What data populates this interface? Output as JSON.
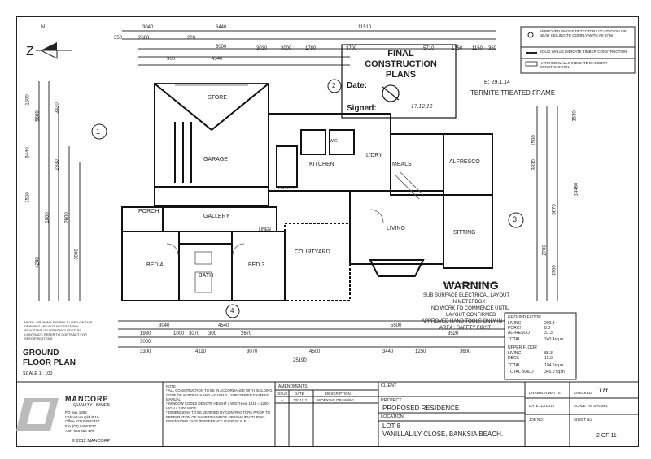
{
  "north_label": "N",
  "dims_top": [
    "3040",
    "6440",
    "11510",
    "350",
    "2660",
    "220",
    "6000",
    "900",
    "4540",
    "3700",
    "1150",
    "350",
    "3030",
    "3000",
    "1780",
    "5710",
    "1750"
  ],
  "dims_left": [
    "1500",
    "5600",
    "1500",
    "6440",
    "2930",
    "1800",
    "2600",
    "4240",
    "3430",
    "3900"
  ],
  "dims_right": [
    "3530",
    "1500",
    "3930",
    "14480",
    "5670",
    "2700",
    "3700"
  ],
  "dims_bottom": [
    "3040",
    "4540",
    "5500",
    "1930",
    "1000",
    "3070",
    "300",
    "2670",
    "3000",
    "3520",
    "3300",
    "4110",
    "4500",
    "3070",
    "3440",
    "1250",
    "3600",
    "25190"
  ],
  "rooms": {
    "store": "STORE",
    "garage": "GARAGE",
    "porch": "PORCH",
    "gallery": "GALLERY",
    "bed4": "BED 4",
    "bed3": "BED 3",
    "bath": "BATH",
    "linen": "LINEN",
    "courtyard": "COURTYARD",
    "kitchen": "KITCHEN",
    "laundry": "L'DRY",
    "meals": "MEALS",
    "living": "LIVING",
    "alfresco": "ALFRESCO",
    "sitting": "SITTING",
    "pantry": "PANTRY",
    "wc": "W/C"
  },
  "stamp": {
    "title": "FINAL\nCONSTRUCTION PLANS",
    "date_label": "Date:",
    "date_value": "17.12.12",
    "signed_label": "Signed:"
  },
  "termite": "TERMITE TREATED FRAME",
  "termite_date": "E: 29.1.14",
  "warning": {
    "title": "WARNING",
    "line1": "SUB SURFACE ELECTRICAL LAYOUT",
    "line2": "IN METERBOX",
    "line3": "NO WORK TO COMMENCE UNTIL",
    "line4": "LAYOUT CONFIRMED",
    "line5": "APPROVED HAND TOOLS ONLY IN",
    "line6": "AREA : SAFETY FIRST"
  },
  "legend": [
    "APPROVED SMOKE DETECTOR LOCATED ON OR NEAR CEILING TO COMPLY WITH AS 3786",
    "SOLID WALLS INDICATE TIMBER CONSTRUCTION",
    "HATCHED WALLS INDICATE MASONRY CONSTRUCTION"
  ],
  "areas": {
    "header1": "GROUND FLOOR",
    "rows": [
      [
        "LIVING",
        "200.3"
      ],
      [
        "PORCH",
        "8.8"
      ],
      [
        "ALFRESCO",
        "31.3"
      ],
      [
        "TOTAL",
        "240.4sq.m"
      ]
    ],
    "header2": "UPPER FLOOR",
    "rows2": [
      [
        "LIVING",
        "88.3"
      ],
      [
        "DECK",
        "15.3"
      ],
      [
        "TOTAL",
        "104.6sq.m"
      ],
      [
        "TOTAL BUILD",
        "345.0 sq.m"
      ]
    ]
  },
  "notes_small": "NOTE : DRAWING SYMBOLS USED ON THIS DRAWING ARE NOT NECESSARILY INDICATIVE OF ITEMS INCLUDED IN CONTRACT. REFER TO CONTRACT FOR SPECIFIED ITEMS",
  "plan_title": "GROUND\nFLOOR PLAN",
  "scale": "SCALE 1 : 100",
  "company": {
    "name": "MANCORP",
    "tagline": "QUALITY HOMES",
    "address": "PO Box 1305\nCaboolture Qld 4510\nOffice (07) 54903377\nFax (07) 54953677\nABN 083 455 179",
    "copyright": "© 2012 MANCORP"
  },
  "notes_block": "NOTE :\n* ALL CONSTRUCTION TO BE IN ACCORDANCE WITH BUILDING CODE OF AUSTRALIA AND AS 1684.2 - 1999 TIMBER FRAMING MANUAL.\n* WINDOW CODES DENOTE HEIGHT x WIDTH eg. 1218 = 1200 HIGH x 1800 WIDE.\n* DIMENSIONS TO BE VERIFIED BY CONTRACTORS PRIOR TO PREPARATION OF SHOP DRAWINGS OR MANUFACTURING. DIMENSIONS TAKE PREFERENCE OVER SCALE.",
  "amendments": {
    "title": "AMENDMENTS",
    "headers": [
      "ISSUE",
      "DATE",
      "DESCRIPTION"
    ],
    "row": [
      "A",
      "13/11/12",
      "WORKING DRAWING"
    ]
  },
  "client_label": "CLIENT",
  "project_label": "PROJECT",
  "project_value": "PROPOSED RESIDENCE",
  "location_label": "LOCATION",
  "location_value": "LOT 8\nVANILLALILY CLOSE, BANKSIA BEACH.",
  "drawn": "DRAWN: A.WATTS",
  "checked": "CHECKED:",
  "checked_value": "TH",
  "date": "DATE: 13/11/12",
  "scale_tb": "SCALE: AS SHOWN",
  "job_no": "JOB NO:",
  "sheet_no": "SHEET No:",
  "sheet_value": "2 OF 11",
  "circles": [
    "1",
    "2",
    "3",
    "4"
  ]
}
